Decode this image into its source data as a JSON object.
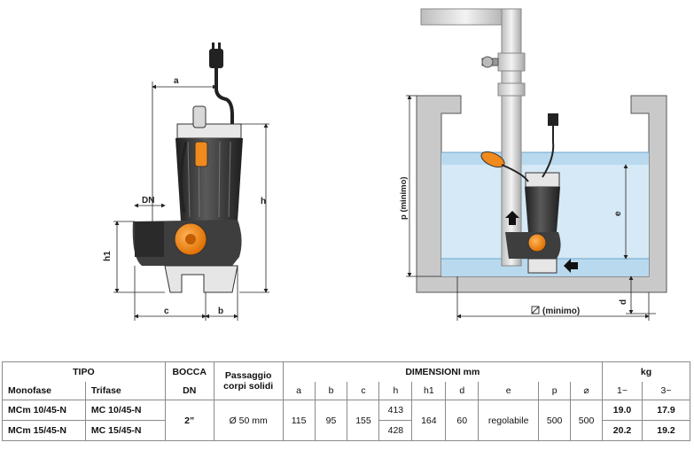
{
  "drawing_left": {
    "labels": {
      "a": "a",
      "b": "b",
      "c": "c",
      "h": "h",
      "h1": "h1",
      "DN": "DN"
    }
  },
  "drawing_right": {
    "labels": {
      "p": "p (minimo)",
      "e": "e",
      "d": "d",
      "width": "(minimo)"
    }
  },
  "colors": {
    "orange": "#f08a1c",
    "water": "#cfe6f4",
    "pump": "#3a3a3a",
    "wall": "#c9c9c9"
  },
  "table": {
    "header": {
      "tipo": "TIPO",
      "monofase": "Monofase",
      "trifase": "Trifase",
      "bocca": "BOCCA",
      "dn": "DN",
      "passaggio": "Passaggio",
      "corpi": "corpi solidi",
      "dimensioni": "DIMENSIONI mm",
      "cols": [
        "a",
        "b",
        "c",
        "h",
        "h1",
        "d",
        "e",
        "p",
        "⌀"
      ],
      "kg": "kg",
      "kg1": "1~",
      "kg3": "3~"
    },
    "rows": [
      {
        "mono": "MCm 10/45-N",
        "tri": "MC 10/45-N",
        "h": "413",
        "kg1": "19.0",
        "kg3": "17.9"
      },
      {
        "mono": "MCm 15/45-N",
        "tri": "MC 15/45-N",
        "h": "428",
        "kg1": "20.2",
        "kg3": "19.2"
      }
    ],
    "shared": {
      "bocca": "2”",
      "passaggio": "Ø 50 mm",
      "a": "115",
      "b": "95",
      "c": "155",
      "h1": "164",
      "d": "60",
      "e": "regolabile",
      "p": "500",
      "w": "500"
    }
  }
}
